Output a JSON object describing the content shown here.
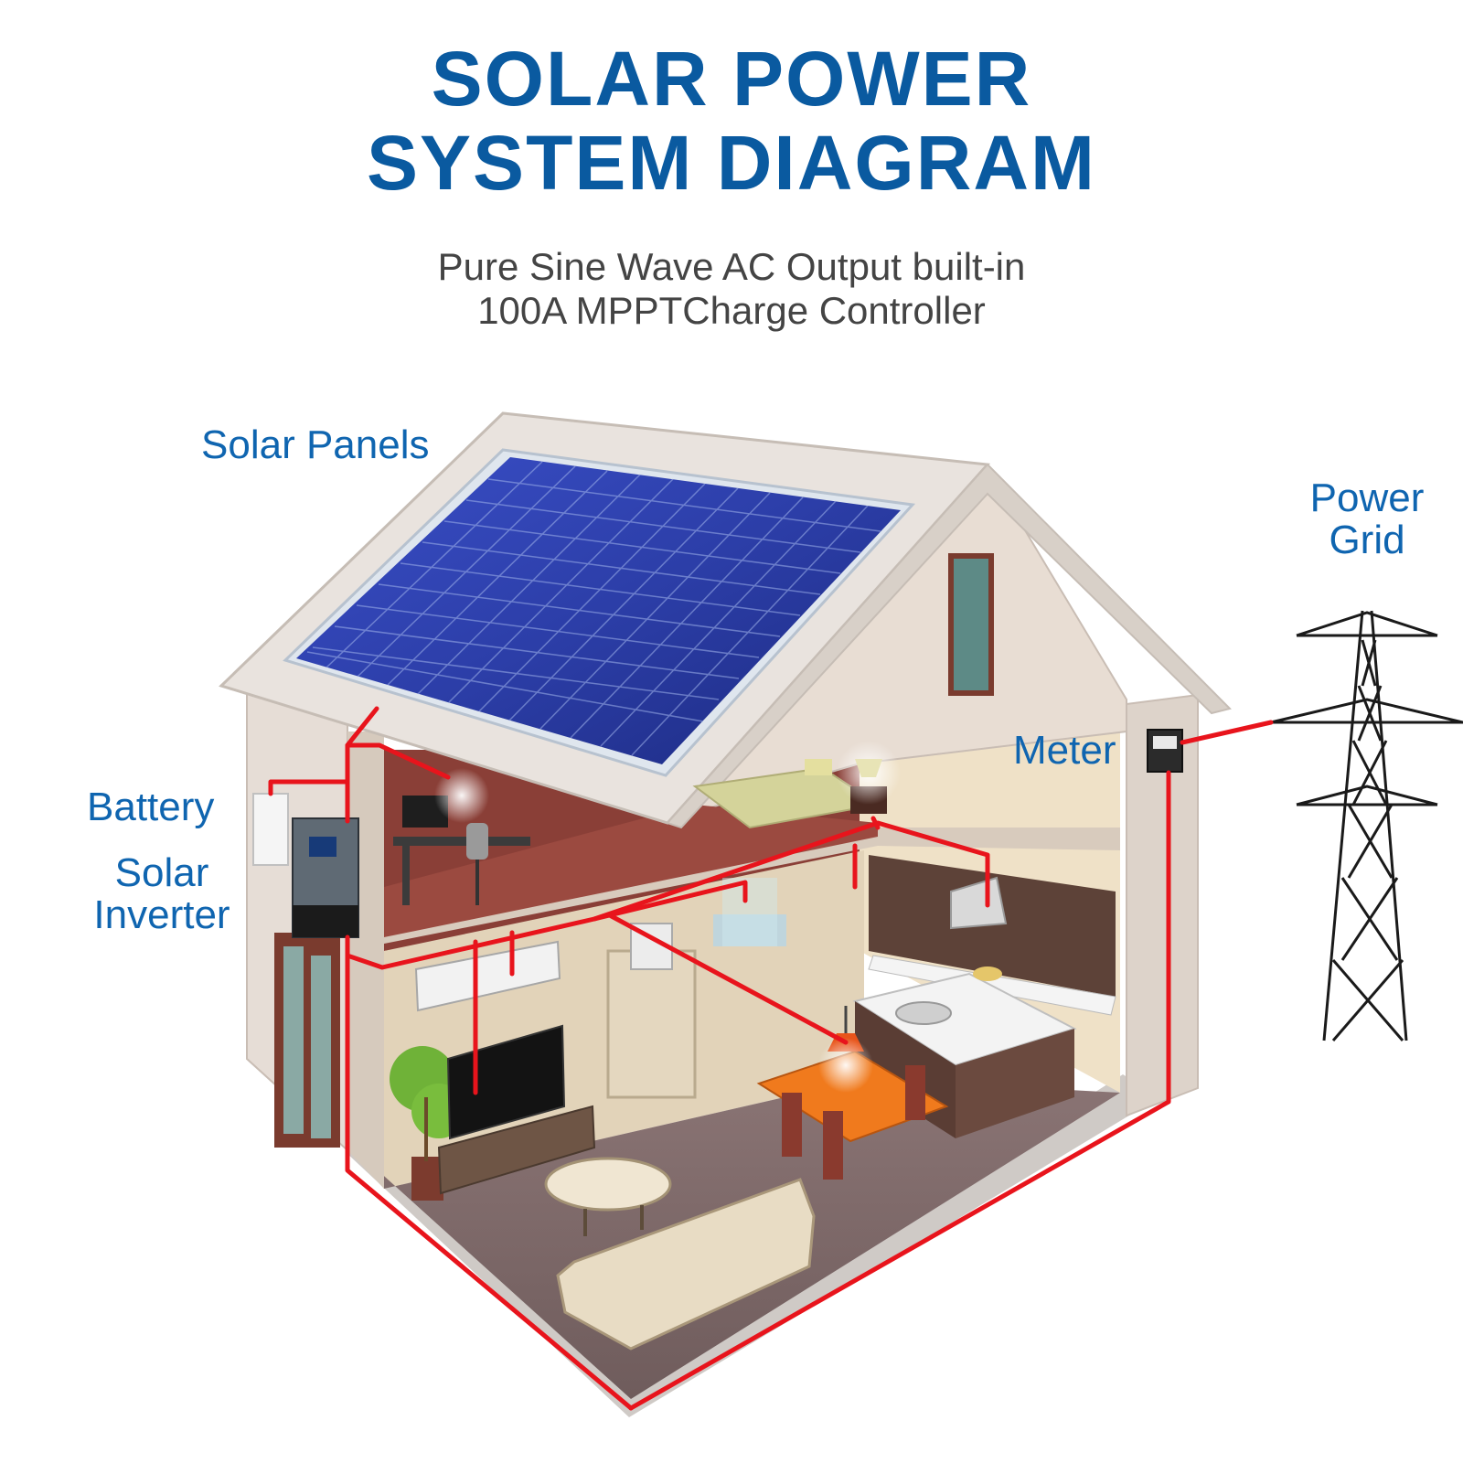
{
  "title": {
    "line1": "SOLAR POWER",
    "line2": "SYSTEM DIAGRAM"
  },
  "subtitle": {
    "line1": "Pure Sine Wave AC Output built-in",
    "line2": "100A MPPTCharge Controller"
  },
  "labels": {
    "solar_panels": "Solar Panels",
    "power_grid_line1": "Power",
    "power_grid_line2": "Grid",
    "meter": "Meter",
    "battery": "Battery",
    "solar_inverter_line1": "Solar",
    "solar_inverter_line2": "Inverter"
  },
  "colors": {
    "title": "#0a5aa0",
    "label": "#0f65b0",
    "subtitle": "#444444",
    "wire": "#e8141c",
    "panel": "#2c3ea8"
  }
}
